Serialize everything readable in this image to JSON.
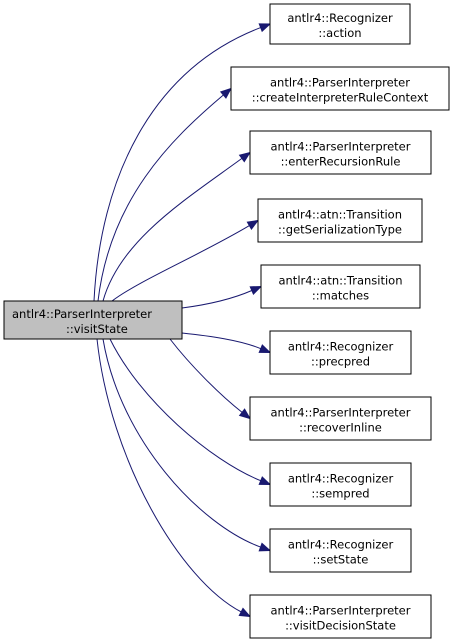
{
  "colors": {
    "source_fill": "#bfbfbf",
    "target_fill": "#ffffff",
    "border": "#000000",
    "edge": "#191970"
  },
  "source": {
    "line1": "antlr4::ParserInterpreter",
    "line2": "::visitState"
  },
  "targets": [
    {
      "line1": "antlr4::Recognizer",
      "line2": "::action"
    },
    {
      "line1": "antlr4::ParserInterpreter",
      "line2": "::createInterpreterRuleContext"
    },
    {
      "line1": "antlr4::ParserInterpreter",
      "line2": "::enterRecursionRule"
    },
    {
      "line1": "antlr4::atn::Transition",
      "line2": "::getSerializationType"
    },
    {
      "line1": "antlr4::atn::Transition",
      "line2": "::matches"
    },
    {
      "line1": "antlr4::Recognizer",
      "line2": "::precpred"
    },
    {
      "line1": "antlr4::ParserInterpreter",
      "line2": "::recoverInline"
    },
    {
      "line1": "antlr4::Recognizer",
      "line2": "::sempred"
    },
    {
      "line1": "antlr4::Recognizer",
      "line2": "::setState"
    },
    {
      "line1": "antlr4::ParserInterpreter",
      "line2": "::visitDecisionState"
    }
  ]
}
